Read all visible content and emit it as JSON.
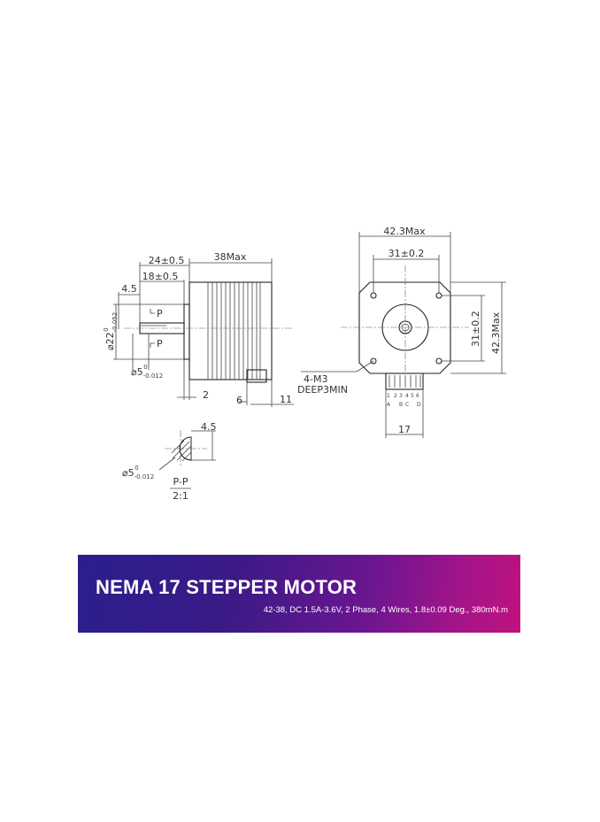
{
  "banner": {
    "title": "NEMA 17 STEPPER MOTOR",
    "subtitle": "42-38, DC 1.5A-3.6V, 2 Phase, 4 Wires, 1.8±0.09 Deg., 380mN.m",
    "gradient_start": "#2a1f8e",
    "gradient_end": "#c0127d"
  },
  "side_view": {
    "dim_length": "38Max",
    "dim_shaft": "24±0.5",
    "dim_flat": "18±0.5",
    "dim_offset": "4.5",
    "dim_boss": "2",
    "dim_connector": "6",
    "dim_tail": "11",
    "section_marker": "P"
  },
  "front_view": {
    "dim_width": "42.3Max",
    "dim_hole_spacing": "31±0.2",
    "dim_hole_spacing_v": "31±0.2",
    "dim_height": "42.3Max",
    "hole_note_1": "4-M3",
    "hole_note_2": "DEEP3MIN",
    "dim_connector_width": "17",
    "pin_numbers": [
      "1",
      "2",
      "3",
      "4",
      "5",
      "6"
    ],
    "pin_letters": [
      "A",
      "B",
      "C",
      "D"
    ]
  },
  "section_view": {
    "dim_flat": "4.5",
    "label": "P-P",
    "scale": "2:1"
  }
}
